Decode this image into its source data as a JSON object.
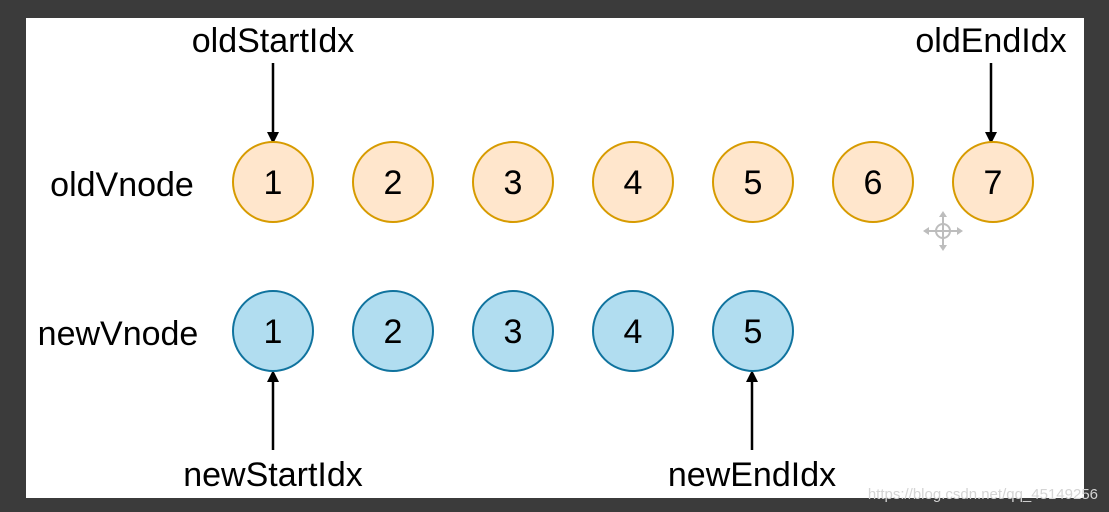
{
  "rows": {
    "old_label": "oldVnode",
    "new_label": "newVnode"
  },
  "pointers": {
    "old_start": "oldStartIdx",
    "old_end": "oldEndIdx",
    "new_start": "newStartIdx",
    "new_end": "newEndIdx"
  },
  "old_nodes": [
    "1",
    "2",
    "3",
    "4",
    "5",
    "6",
    "7"
  ],
  "new_nodes": [
    "1",
    "2",
    "3",
    "4",
    "5"
  ],
  "colors": {
    "old_fill": "#ffe6cc",
    "old_stroke": "#d79b00",
    "new_fill": "#b1ddf0",
    "new_stroke": "#10739e",
    "frame_bg": "#3b3b3b"
  },
  "watermark": "https://blog.csdn.net/qq_45149256"
}
